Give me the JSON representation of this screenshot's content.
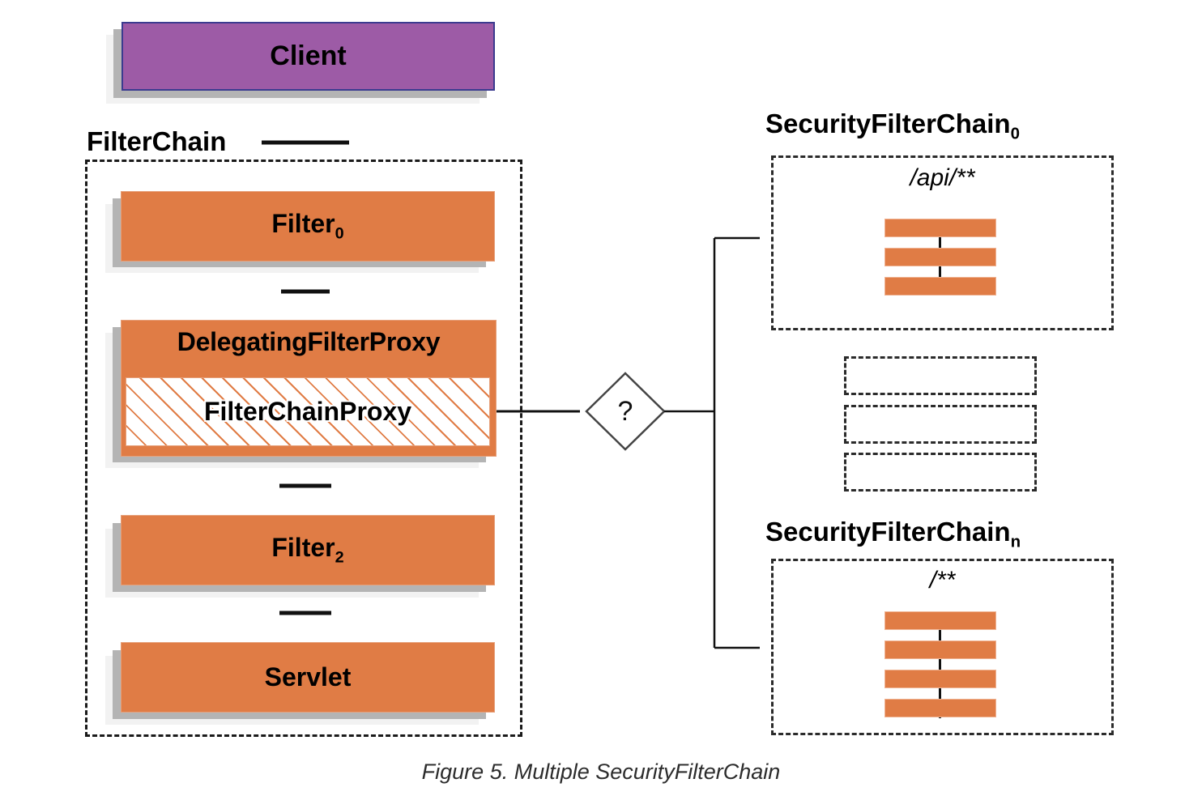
{
  "figure": {
    "caption": "Figure 5. Multiple SecurityFilterChain"
  },
  "colors": {
    "client_fill": "#9d5ba6",
    "client_border": "#3b3b8f",
    "filter_fill": "#e07c45",
    "filter_border": "#e6a07a",
    "shadow_outer": "#f2f2f2",
    "shadow_inner": "#b4b4b4",
    "line": "#1a1a1a",
    "hatch": "#e07c45"
  },
  "left_column": {
    "client_label": "Client",
    "filterchain_group_label": "FilterChain",
    "nodes": [
      {
        "label": "Filter",
        "subscript": "0"
      },
      {
        "label": "DelegatingFilterProxy",
        "subscript": ""
      },
      {
        "label": "FilterChainProxy",
        "subscript": ""
      },
      {
        "label": "Filter",
        "subscript": "2"
      },
      {
        "label": "Servlet",
        "subscript": ""
      }
    ]
  },
  "decision": {
    "label": "?"
  },
  "right_column": {
    "chains": [
      {
        "title": "SecurityFilterChain",
        "title_subscript": "0",
        "pattern": "/api/**",
        "filter_count": 3
      },
      {
        "title": "SecurityFilterChain",
        "title_subscript": "n",
        "pattern": "/**",
        "filter_count": 4
      }
    ],
    "placeholder_count": 3
  }
}
